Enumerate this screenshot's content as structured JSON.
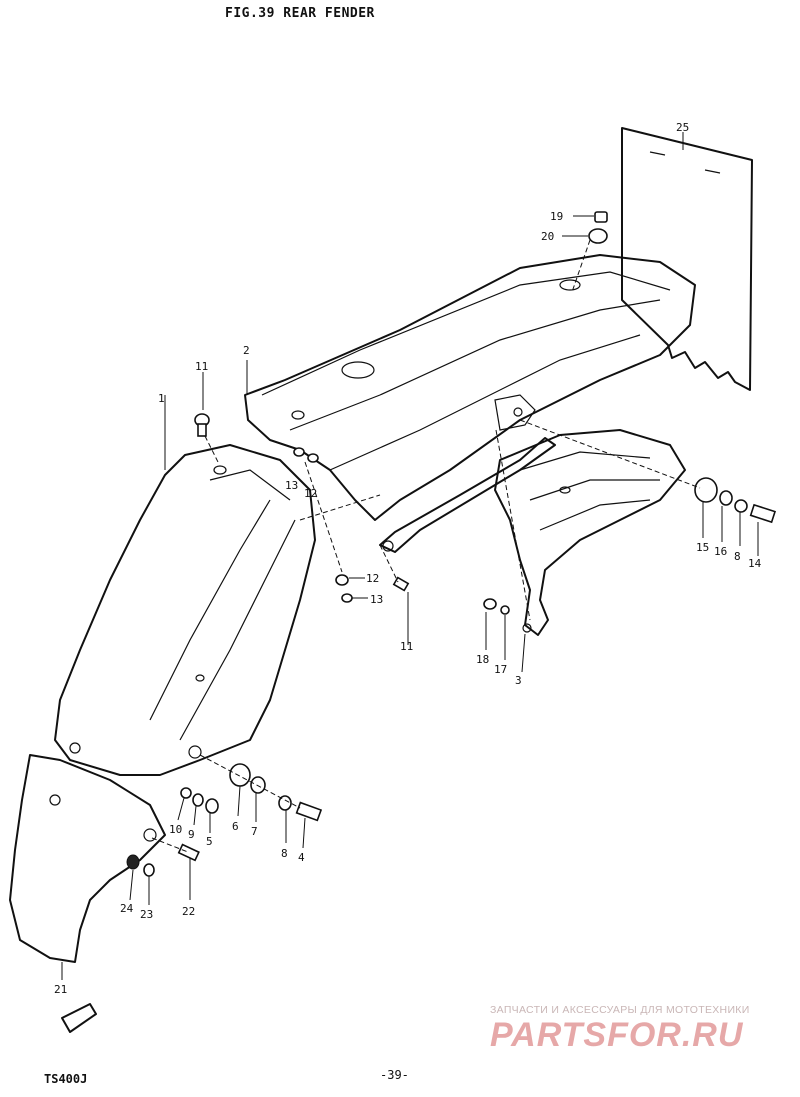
{
  "header": {
    "title": "FIG.39  REAR FENDER"
  },
  "footer": {
    "model": "TS400J",
    "page_number": "-39-"
  },
  "watermark": {
    "tagline": "ЗАПЧАСТИ И АКСЕССУАРЫ ДЛЯ МОТОТЕХНИКИ",
    "logo": "PARTSFOR.RU"
  },
  "parts": [
    {
      "ref": "1"
    },
    {
      "ref": "2"
    },
    {
      "ref": "3"
    },
    {
      "ref": "4"
    },
    {
      "ref": "5"
    },
    {
      "ref": "6"
    },
    {
      "ref": "7"
    },
    {
      "ref": "8"
    },
    {
      "ref": "8"
    },
    {
      "ref": "9"
    },
    {
      "ref": "10"
    },
    {
      "ref": "11"
    },
    {
      "ref": "11"
    },
    {
      "ref": "12"
    },
    {
      "ref": "12"
    },
    {
      "ref": "13"
    },
    {
      "ref": "13"
    },
    {
      "ref": "14"
    },
    {
      "ref": "15"
    },
    {
      "ref": "16"
    },
    {
      "ref": "17"
    },
    {
      "ref": "18"
    },
    {
      "ref": "19"
    },
    {
      "ref": "20"
    },
    {
      "ref": "21"
    },
    {
      "ref": "22"
    },
    {
      "ref": "23"
    },
    {
      "ref": "24"
    },
    {
      "ref": "25"
    }
  ]
}
